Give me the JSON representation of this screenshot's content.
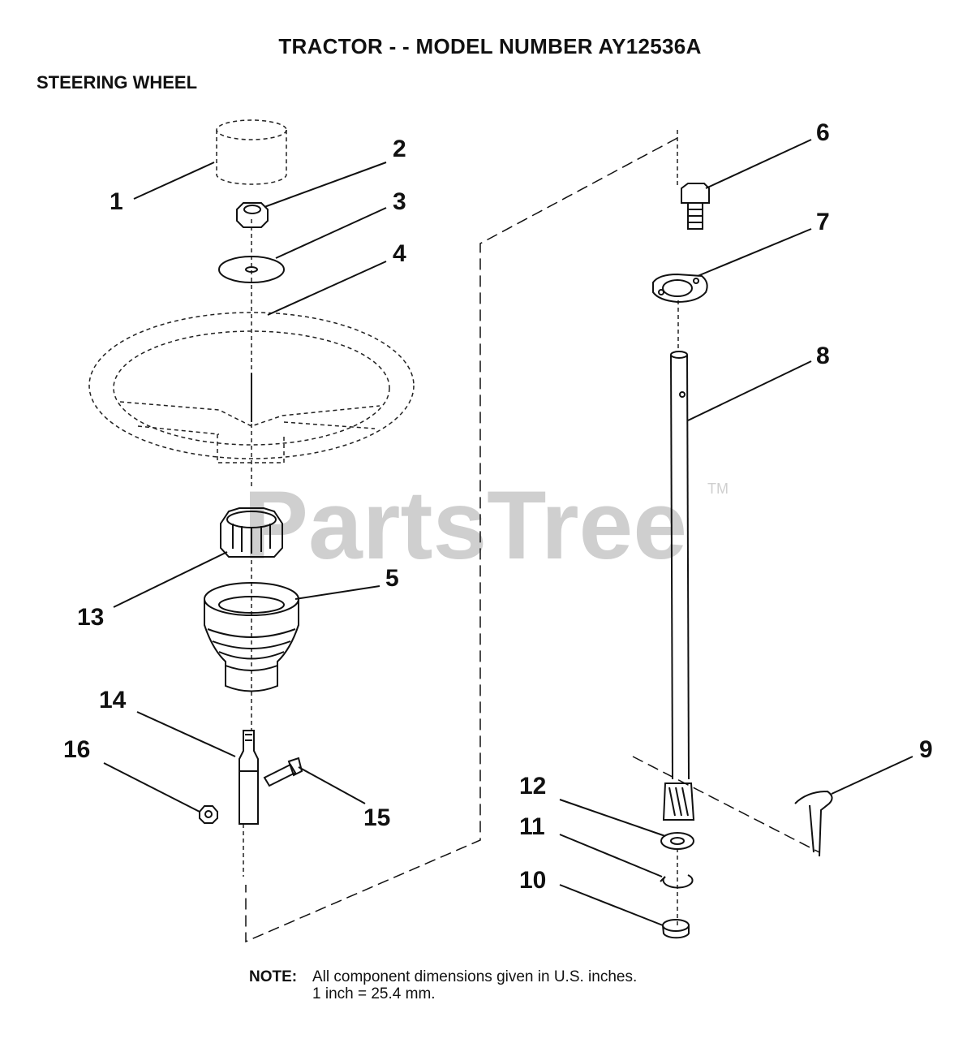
{
  "header": {
    "title": "TRACTOR - - MODEL NUMBER  AY12536A",
    "section": "STEERING WHEEL"
  },
  "callouts": [
    "1",
    "2",
    "3",
    "4",
    "5",
    "6",
    "7",
    "8",
    "9",
    "10",
    "11",
    "12",
    "13",
    "14",
    "15",
    "16"
  ],
  "watermark": {
    "text": "PartsTree",
    "tm": "TM"
  },
  "note": {
    "label": "NOTE:",
    "line1": "All component dimensions given in U.S. inches.",
    "line2": "1 inch = 25.4 mm."
  }
}
